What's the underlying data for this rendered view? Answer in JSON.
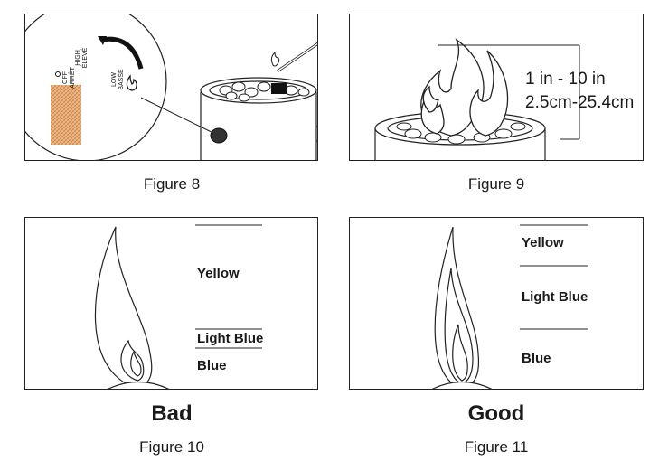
{
  "figure8": {
    "caption": "Figure 8",
    "dial": {
      "high": "HIGH",
      "high_fr": "ÉLEVÉ",
      "off": "OFF",
      "off_fr": "ARRÊT",
      "low": "LOW",
      "low_fr": "BASSE"
    }
  },
  "figure9": {
    "caption": "Figure 9",
    "height_in": "1 in - 10 in",
    "height_cm": "2.5cm-25.4cm"
  },
  "figure10": {
    "caption": "Figure 10",
    "verdict": "Bad",
    "labels": {
      "yellow": "Yellow",
      "light_blue": "Light Blue",
      "blue": "Blue"
    }
  },
  "figure11": {
    "caption": "Figure 11",
    "verdict": "Good",
    "labels": {
      "yellow": "Yellow",
      "light_blue": "Light Blue",
      "blue": "Blue"
    }
  },
  "icons": [
    "flame-icon",
    "match-icon",
    "fire-bowl",
    "control-knob"
  ]
}
